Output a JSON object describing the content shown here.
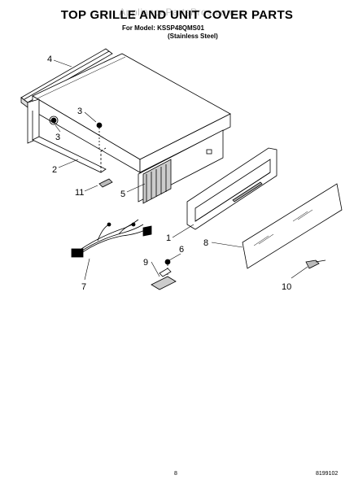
{
  "header": {
    "title": "TOP GRILLE AND UNIT COVER PARTS",
    "watermark": "AppliancePartsPros.com",
    "model_line": "For Model: KSSP48QMS01",
    "finish_line": "(Stainless Steel)"
  },
  "callouts": {
    "c1": "1",
    "c2": "2",
    "c3a": "3",
    "c3b": "3",
    "c4": "4",
    "c5": "5",
    "c6": "6",
    "c7": "7",
    "c8": "8",
    "c9": "9",
    "c10": "10",
    "c11": "11"
  },
  "footer": {
    "page_number": "8",
    "doc_number": "8199102"
  }
}
